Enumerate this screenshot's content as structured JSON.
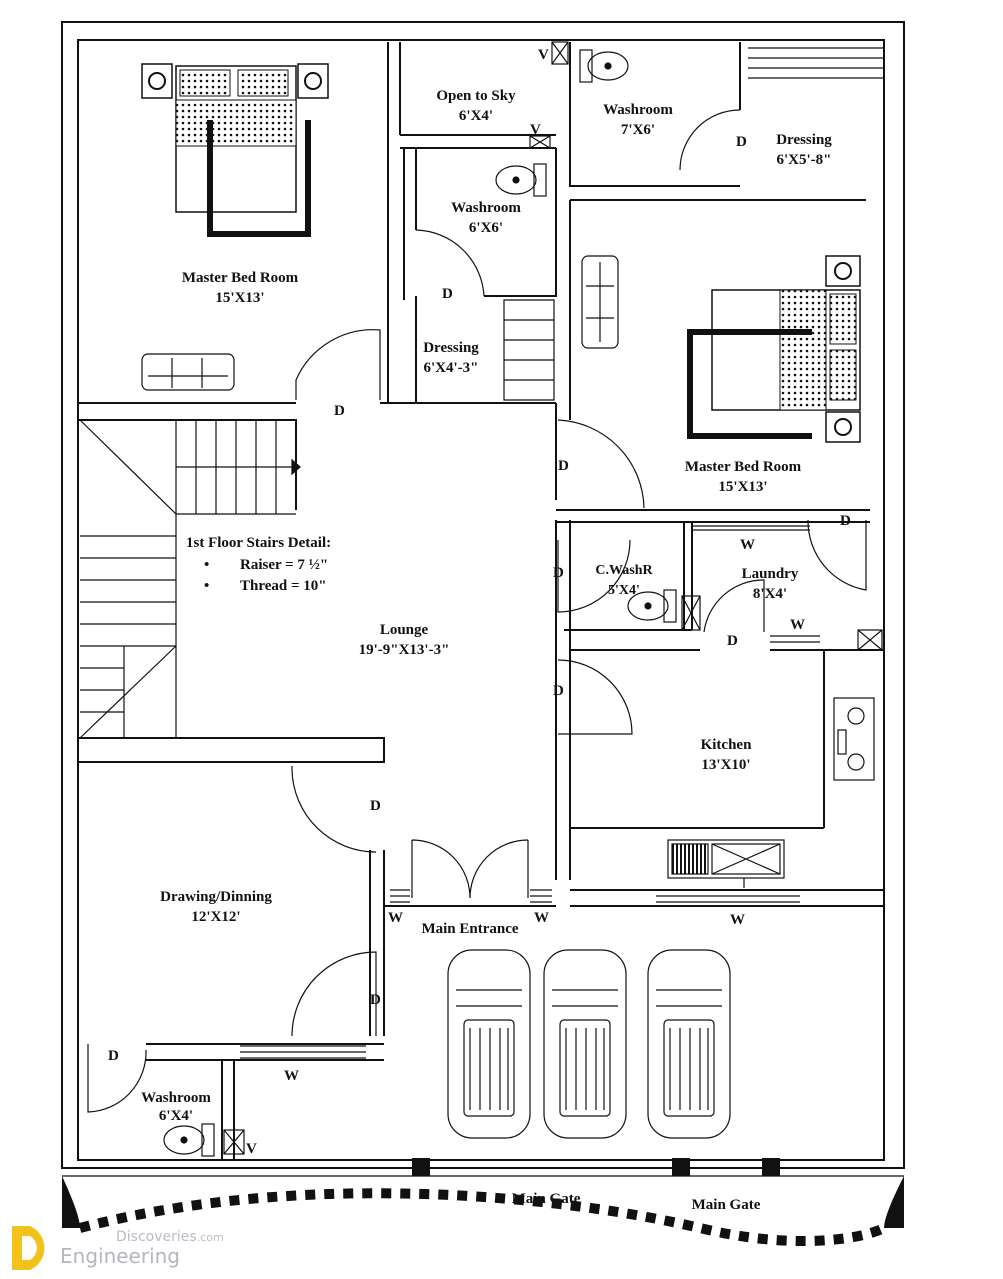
{
  "rooms": {
    "master_bed_1": {
      "name": "Master Bed Room",
      "size": "15'X13'"
    },
    "open_to_sky": {
      "name": "Open to Sky",
      "size": "6'X4'"
    },
    "washroom_top": {
      "name": "Washroom",
      "size": "7'X6'"
    },
    "dressing_top": {
      "name": "Dressing",
      "size": "6'X5'-8\""
    },
    "washroom_mid": {
      "name": "Washroom",
      "size": "6'X6'"
    },
    "dressing_mid": {
      "name": "Dressing",
      "size": "6'X4'-3\""
    },
    "master_bed_2": {
      "name": "Master Bed Room",
      "size": "15'X13'"
    },
    "lounge": {
      "name": "Lounge",
      "size": "19'-9\"X13'-3\""
    },
    "c_washroom": {
      "name": "C.WashR",
      "size": "5'X4'"
    },
    "laundry": {
      "name": "Laundry",
      "size": "8'X4'"
    },
    "kitchen": {
      "name": "Kitchen",
      "size": "13'X10'"
    },
    "drawing": {
      "name": "Drawing/Dinning",
      "size": "12'X12'"
    },
    "washroom_bottom": {
      "name": "Washroom",
      "size": "6'X4'"
    }
  },
  "stairs": {
    "title": "1st Floor Stairs Detail:",
    "raiser": "Raiser = 7 ½\"",
    "thread": "Thread = 10\"",
    "bullet": "•"
  },
  "labels": {
    "main_entrance": "Main Entrance",
    "main_gate_1": "Main Gate",
    "main_gate_2": "Main Gate"
  },
  "markers": {
    "door": "D",
    "window": "W",
    "vent": "V"
  },
  "watermark": {
    "line1": "Discoveries",
    "line1_suffix": ".com",
    "line2": "Engineering"
  }
}
